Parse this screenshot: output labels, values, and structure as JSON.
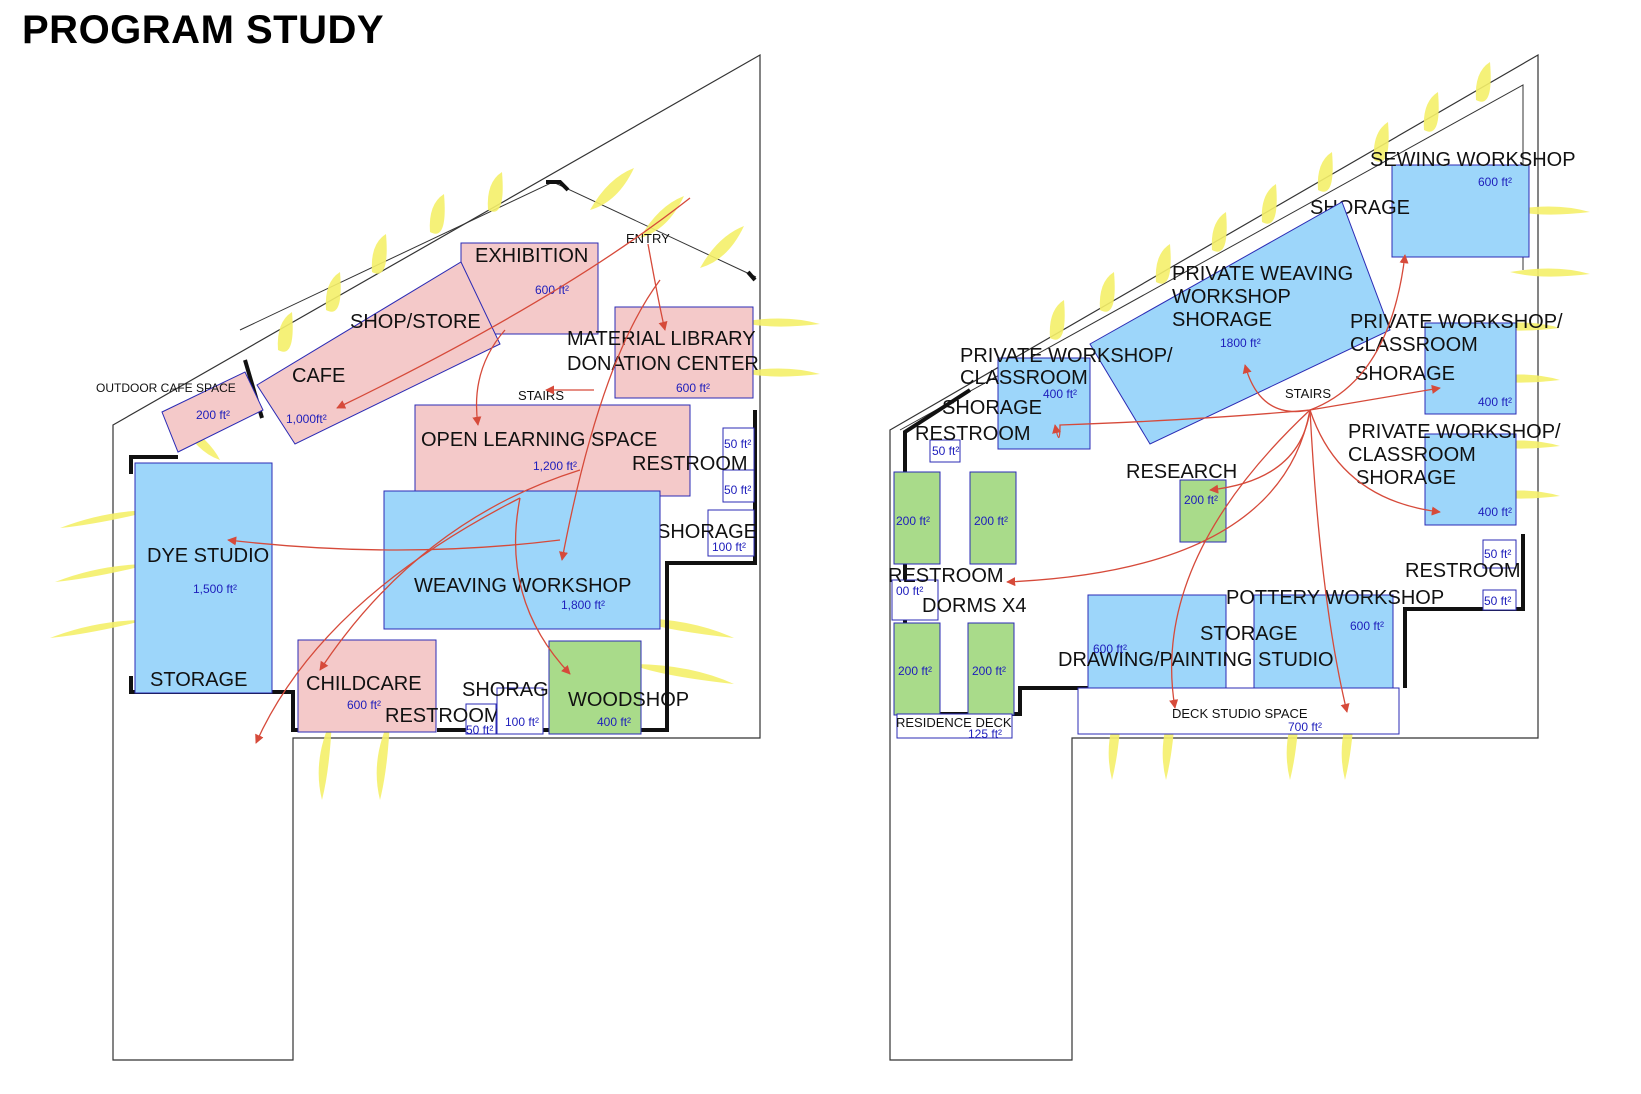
{
  "title": "PROGRAM STUDY",
  "colors": {
    "public": "#f4c9c9",
    "workshop": "#9dd6fa",
    "private": "#a9db8a",
    "outline": "#2b2bb5",
    "circulation": "#d64a3a",
    "daylight": "#f5f06a",
    "wall": "#111111"
  },
  "ground_floor": {
    "rooms": [
      {
        "name": "EXHIBITION",
        "area": "600 ft²"
      },
      {
        "name": "SHOP/STORE",
        "area": ""
      },
      {
        "name": "CAFE",
        "area": "1,000ft²"
      },
      {
        "name": "OUTDOOR CAFE SPACE",
        "area": "200 ft²"
      },
      {
        "name": "MATERIAL LIBRARY",
        "name2": "DONATION CENTER",
        "area": "600 ft²"
      },
      {
        "name": "OPEN LEARNING SPACE",
        "area": "1,200 ft²"
      },
      {
        "name": "RESTROOM",
        "area": "50 ft²",
        "area2": "50 ft²"
      },
      {
        "name": "SHORAGE",
        "area": "100 ft²"
      },
      {
        "name": "DYE STUDIO",
        "area": "1,500 ft²"
      },
      {
        "name": "STORAGE",
        "area": ""
      },
      {
        "name": "WEAVING WORKSHOP",
        "area": "1,800 ft²"
      },
      {
        "name": "CHILDCARE",
        "area": "600 ft²"
      },
      {
        "name": "RESTROOM",
        "area": "50 ft²"
      },
      {
        "name": "SHORAGE",
        "area": "100 ft²"
      },
      {
        "name": "WOODSHOP",
        "area": "400 ft²"
      }
    ],
    "labels": {
      "entry": "ENTRY",
      "stairs": "STAIRS"
    }
  },
  "upper_floor": {
    "rooms": [
      {
        "name": "SEWING WORKSHOP",
        "area": "600 ft²"
      },
      {
        "name": "SHORAGE",
        "area": ""
      },
      {
        "name": "PRIVATE WEAVING",
        "name2": "WORKSHOP",
        "name3": "SHORAGE",
        "area": "1800 ft²"
      },
      {
        "name": "PRIVATE WORKSHOP/",
        "name2": "CLASSROOM",
        "name3": "SHORAGE",
        "area": "400 ft²"
      },
      {
        "name": "PRIVATE WORKSHOP/",
        "name2": "CLASSROOM",
        "name3": "SHORAGE",
        "area": "400 ft²"
      },
      {
        "name": "PRIVATE WORKSHOP/",
        "name2": "CLASSROOM",
        "name3": "SHORAGE",
        "area": "400 ft²"
      },
      {
        "name": "RESTROOM",
        "area": "50 ft²"
      },
      {
        "name": "RESEARCH",
        "area": "200 ft²"
      },
      {
        "name": "RESTROOM",
        "area": "00 ft²"
      },
      {
        "name": "DORMS X4",
        "areas": [
          "200 ft²",
          "200 ft²",
          "200 ft²",
          "200 ft²"
        ]
      },
      {
        "name": "RESTROOM",
        "area": "50 ft²",
        "area2": "50 ft²"
      },
      {
        "name": "POTTERY WORKSHOP",
        "area": "600 ft²"
      },
      {
        "name": "STORAGE",
        "area": ""
      },
      {
        "name": "DRAWING/PAINTING STUDIO",
        "area": "600 ft²"
      },
      {
        "name": "DECK STUDIO SPACE",
        "area": "700 ft²"
      },
      {
        "name": "RESIDENCE DECK",
        "area": "125 ft²"
      }
    ],
    "labels": {
      "stairs": "STAIRS"
    }
  }
}
